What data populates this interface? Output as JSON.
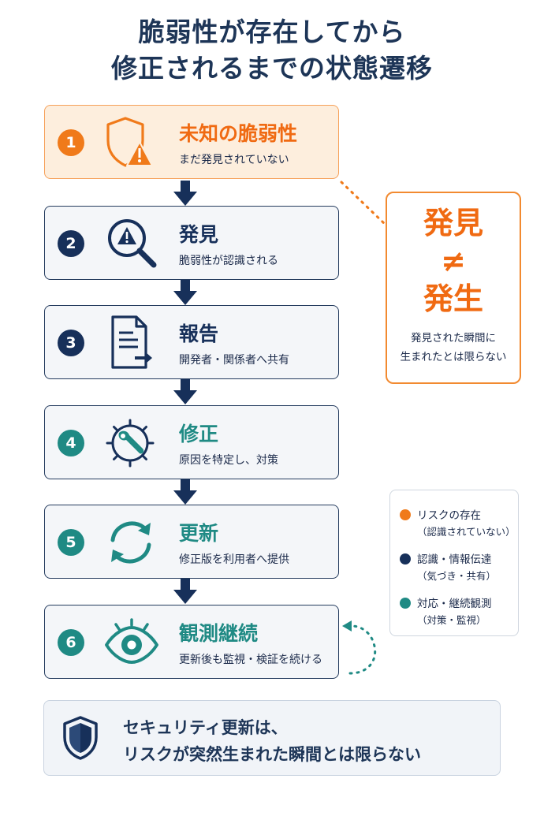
{
  "title": {
    "line1": "脆弱性が存在してから",
    "line2": "修正されるまでの状態遷移"
  },
  "colors": {
    "orange": "#f07a1a",
    "navy": "#17305a",
    "teal": "#1f8a84"
  },
  "steps": [
    {
      "number": "1",
      "title": "未知の脆弱性",
      "desc": "まだ発見されていない",
      "icon": "shield-warning-icon"
    },
    {
      "number": "2",
      "title": "発見",
      "desc": "脆弱性が認識される",
      "icon": "magnifier-warning-icon"
    },
    {
      "number": "3",
      "title": "報告",
      "desc": "開発者・関係者へ共有",
      "icon": "document-report-icon"
    },
    {
      "number": "4",
      "title": "修正",
      "desc": "原因を特定し、対策",
      "icon": "gear-wrench-icon"
    },
    {
      "number": "5",
      "title": "更新",
      "desc": "修正版を利用者へ提供",
      "icon": "refresh-icon"
    },
    {
      "number": "6",
      "title": "観測継続",
      "desc": "更新後も監視・検証を続ける",
      "icon": "eye-icon"
    }
  ],
  "callout": {
    "line1": "発見",
    "line2": "≠",
    "line3": "発生",
    "note1": "発見された瞬間に",
    "note2": "生まれたとは限らない"
  },
  "legend": [
    {
      "label": "リスクの存在",
      "sub": "（認識されていない）",
      "color": "#f07a1a"
    },
    {
      "label": "認識・情報伝達",
      "sub": "（気づき・共有）",
      "color": "#17305a"
    },
    {
      "label": "対応・継続観測",
      "sub": "（対策・監視）",
      "color": "#1f8a84"
    }
  ],
  "bottom": {
    "line1": "セキュリティ更新は、",
    "line2": "リスクが突然生まれた瞬間とは限らない",
    "icon": "shield-icon"
  }
}
